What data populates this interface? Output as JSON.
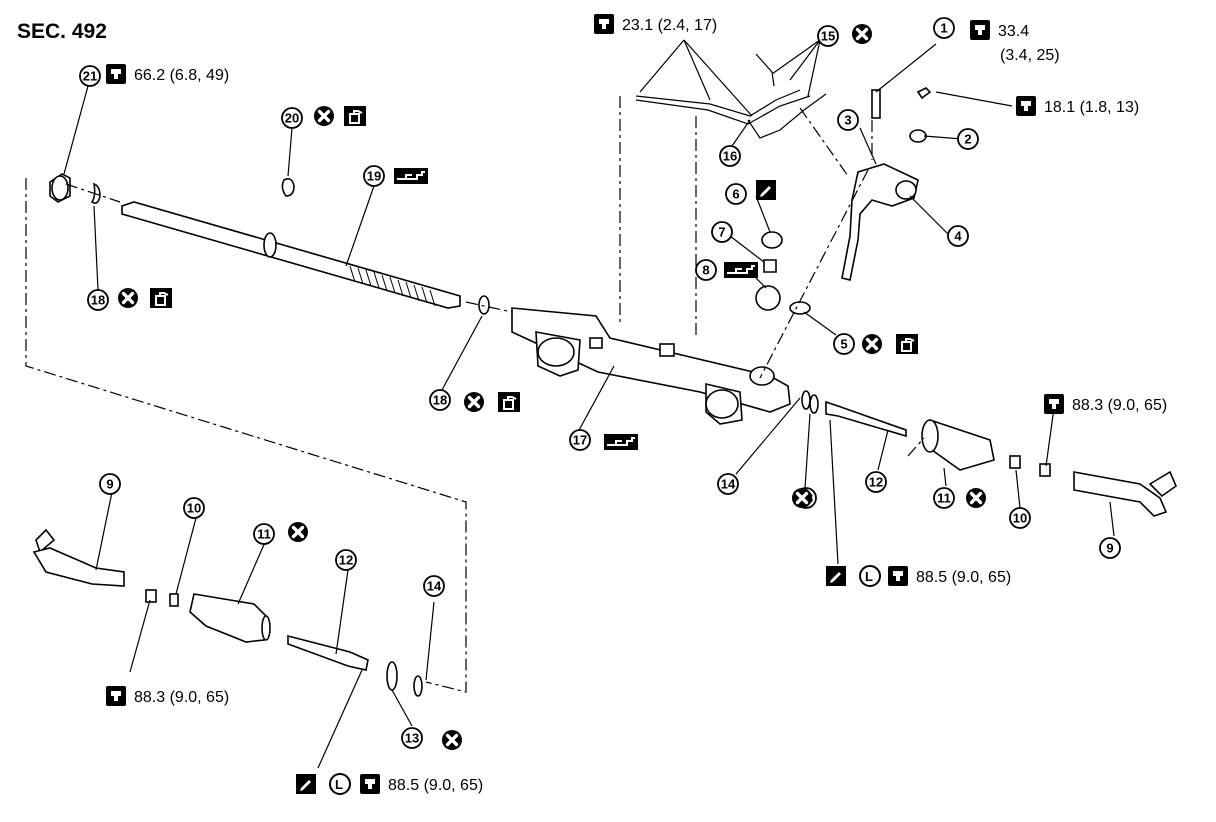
{
  "section": "SEC. 492",
  "callouts": [
    "1",
    "2",
    "3",
    "4",
    "5",
    "6",
    "7",
    "8",
    "9",
    "10",
    "11",
    "12",
    "13",
    "14",
    "15",
    "16",
    "17",
    "18",
    "19",
    "20",
    "21"
  ],
  "torques": {
    "t1": "23.1 (2.4, 17)",
    "t2a": "33.4",
    "t2b": "(3.4, 25)",
    "t3": "18.1 (1.8, 13)",
    "t4": "66.2 (6.8, 49)",
    "t5": "88.3 (9.0, 65)",
    "t6": "88.5 (9.0, 65)",
    "t7": "88.3 (9.0, 65)",
    "t8": "88.5 (9.0, 65)"
  },
  "symbols": {
    "locking_sealant": "L",
    "torque": "torque-symbol-icon",
    "do_not_reuse": "do-not-reuse-icon",
    "genuine_grease": "grease-icon",
    "fluid": "fluid-icon",
    "special_tool": "special-tool-icon"
  }
}
